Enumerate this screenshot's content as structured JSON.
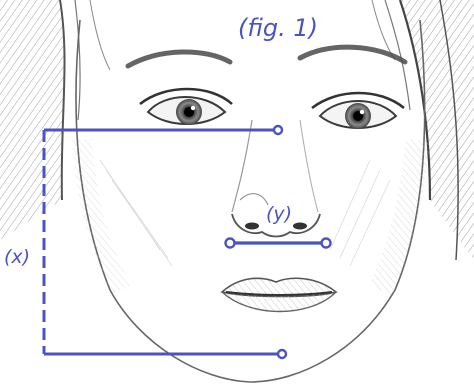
{
  "figure": {
    "title": "(fig. 1)",
    "subject": "pencil-sketch-face",
    "measurements": {
      "x_label": "(x)",
      "y_label": "(y)"
    },
    "accent_color": "#4a53c0"
  }
}
